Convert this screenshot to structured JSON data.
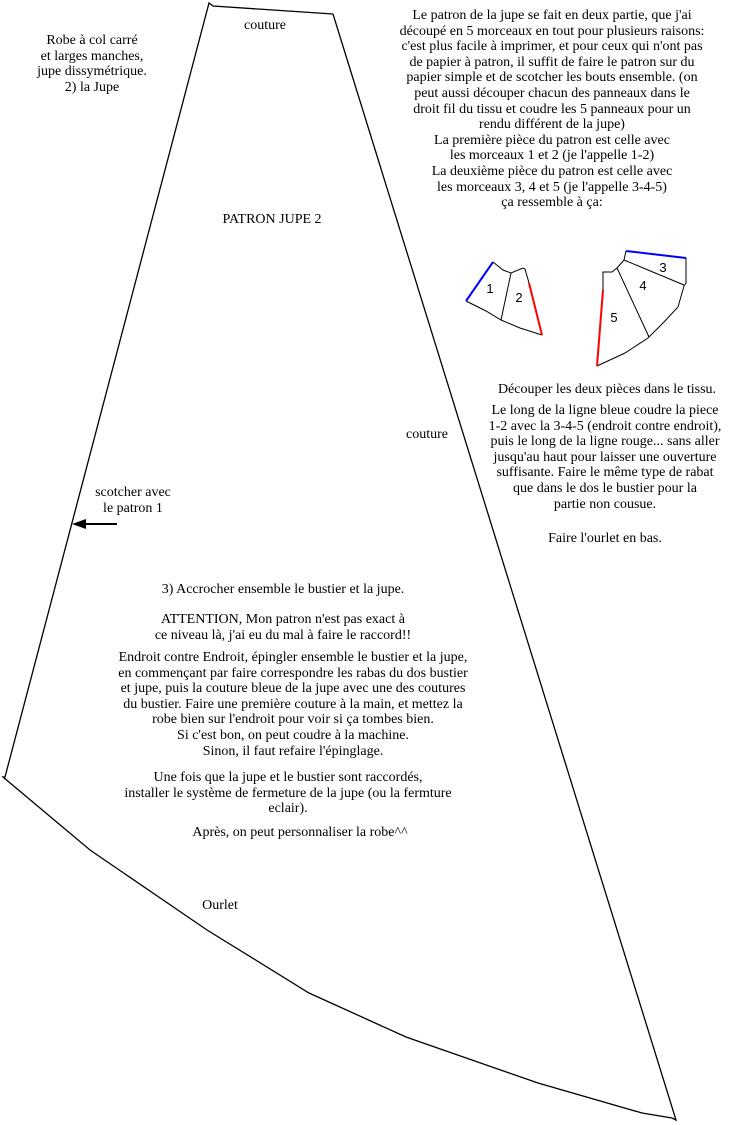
{
  "title": {
    "lines": [
      "Robe à col carré",
      "et larges manches,",
      "jupe dissymétrique.",
      "2) la Jupe"
    ]
  },
  "labels": {
    "couture_top": "couture",
    "pattern_name": "PATRON JUPE 2",
    "couture_right": "couture",
    "ourlet": "Ourlet"
  },
  "scotch_note": {
    "lines": [
      "scotcher avec",
      "le patron 1"
    ]
  },
  "intro": {
    "lines": [
      "Le patron de la jupe se fait en deux partie, que j'ai",
      "découpé en 5 morceaux en tout pour plusieurs raisons:",
      "c'est plus facile à imprimer, et pour ceux qui n'ont pas",
      "de papier à patron, il suffit de faire le patron sur du",
      "papier simple et de scotcher les bouts ensemble. (on",
      "peut aussi découper chacun des panneaux dans le",
      "droit fil du tissu et coudre les 5 panneaux pour un",
      "rendu différent de la jupe)",
      "La première pièce du patron est celle avec",
      "les morceaux 1 et 2 (je l'appelle 1-2)",
      "La deuxième pièce du patron est celle avec",
      "les morceaux 3, 4 et 5 (je l'appelle 3-4-5)",
      "ça ressemble à ça:"
    ]
  },
  "pieces": {
    "numbers": [
      "1",
      "2",
      "3",
      "4",
      "5"
    ],
    "blue": "#0000ff",
    "red": "#ff0000"
  },
  "instructions": {
    "cut": "Découper les deux pièces dans le tissu.",
    "lines": [
      "Le long de la ligne bleue coudre la piece",
      "1-2 avec la 3-4-5 (endroit contre endroit),",
      "puis le long de la ligne rouge... sans aller",
      "jusqu'au haut pour laisser une ouverture",
      "suffisante. Faire le même type de rabat",
      "que dans le dos le bustier pour la",
      "partie non cousue."
    ],
    "hem": "Faire l'ourlet en bas."
  },
  "step3": {
    "heading": "3) Accrocher ensemble le bustier et la jupe.",
    "attention": [
      "ATTENTION, Mon patron n'est pas exact à",
      "ce niveau là, j'ai eu du mal à faire le raccord!!"
    ],
    "body": [
      "Endroit contre Endroit, épingler ensemble le bustier et la jupe,",
      "en commençant par faire correspondre les rabas du dos bustier",
      "et jupe, puis la couture bleue de la jupe avec une des coutures",
      "du bustier. Faire une première couture à la main, et mettez la",
      "robe bien sur l'endroit pour voir si ça tombes bien.",
      "Si c'est bon, on peut coudre à la machine.",
      "Sinon, il faut refaire l'épinglage."
    ],
    "closure": [
      "Une fois que la jupe et le bustier sont raccordés,",
      "installer le système de fermeture de la jupe (ou la fermture",
      "eclair)."
    ],
    "final": "Après, on peut personnaliser la robe^^"
  }
}
